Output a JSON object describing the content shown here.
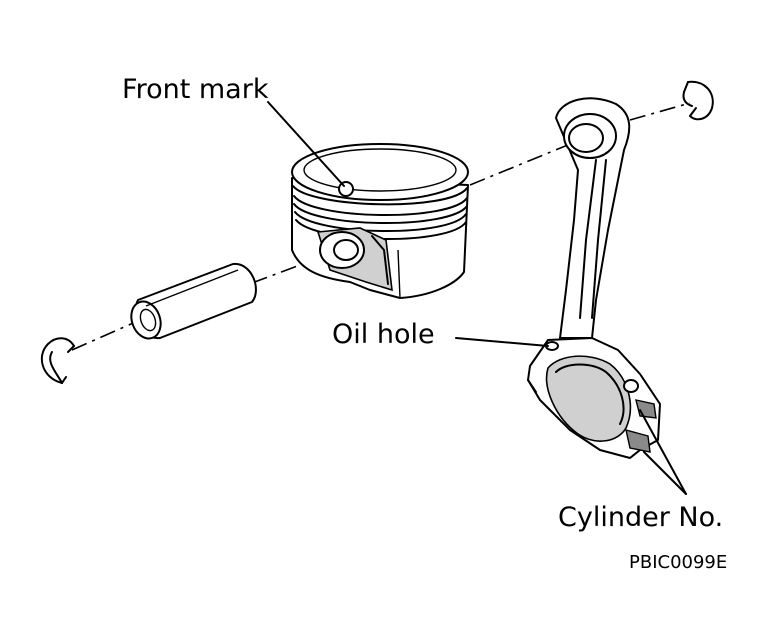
{
  "labels": {
    "front_mark": "Front mark",
    "oil_hole": "Oil hole",
    "cylinder_no": "Cylinder No.",
    "figure_code": "PBIC0099E"
  }
}
